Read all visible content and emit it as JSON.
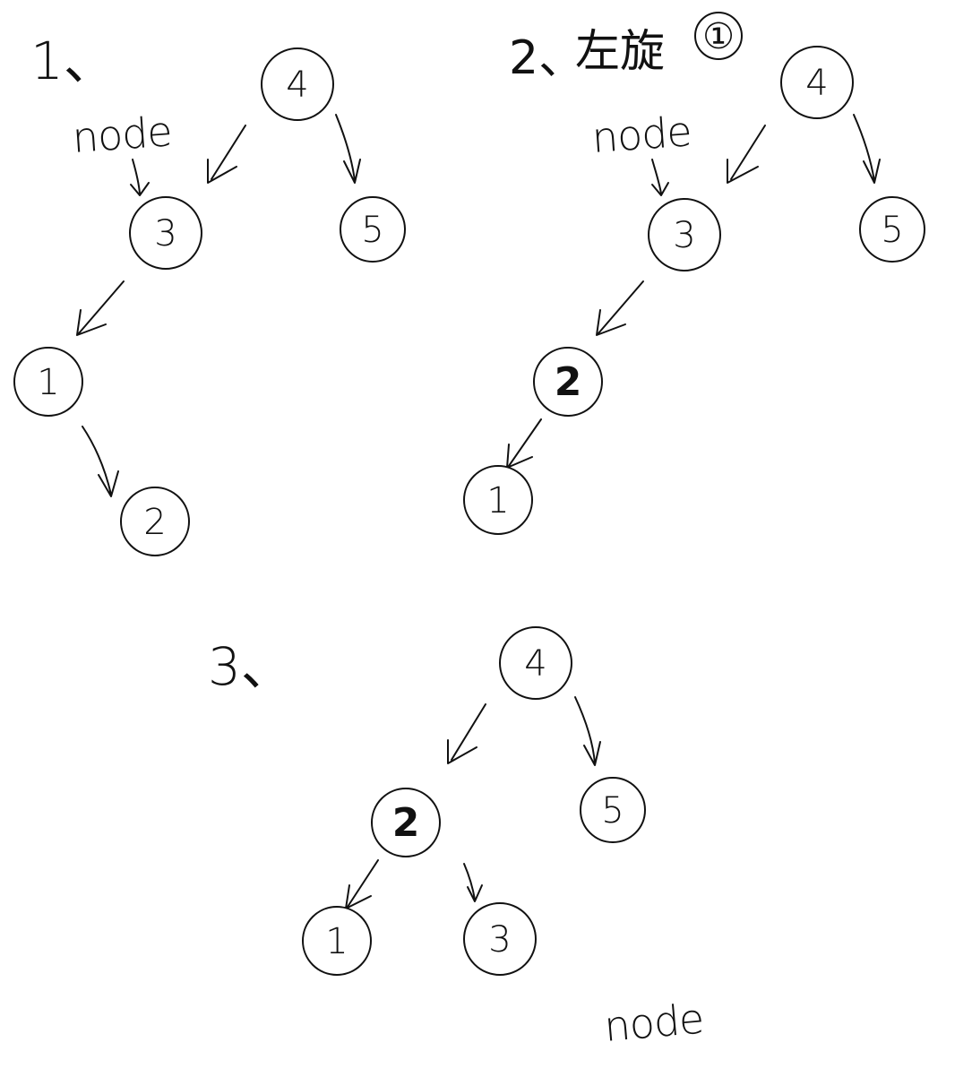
{
  "panels": [
    {
      "label": "1、",
      "heading": "",
      "pointer_label": "node",
      "nodes": [
        {
          "id": "p1-n4",
          "value": "4"
        },
        {
          "id": "p1-n3",
          "value": "3"
        },
        {
          "id": "p1-n5",
          "value": "5"
        },
        {
          "id": "p1-n1",
          "value": "1"
        },
        {
          "id": "p1-n2",
          "value": "2"
        }
      ],
      "edges": [
        [
          "4",
          "3"
        ],
        [
          "4",
          "5"
        ],
        [
          "3",
          "1"
        ],
        [
          "1",
          "2"
        ]
      ]
    },
    {
      "label": "2、",
      "heading": "左旋",
      "step_marker": "①",
      "pointer_label": "node",
      "nodes": [
        {
          "id": "p2-n4",
          "value": "4"
        },
        {
          "id": "p2-n3",
          "value": "3"
        },
        {
          "id": "p2-n5",
          "value": "5"
        },
        {
          "id": "p2-n2",
          "value": "2"
        },
        {
          "id": "p2-n1",
          "value": "1"
        }
      ],
      "edges": [
        [
          "4",
          "3"
        ],
        [
          "4",
          "5"
        ],
        [
          "3",
          "2"
        ],
        [
          "2",
          "1"
        ]
      ]
    },
    {
      "label": "3、",
      "heading": "",
      "pointer_label": "node",
      "nodes": [
        {
          "id": "p3-n4",
          "value": "4"
        },
        {
          "id": "p3-n2",
          "value": "2"
        },
        {
          "id": "p3-n5",
          "value": "5"
        },
        {
          "id": "p3-n1",
          "value": "1"
        },
        {
          "id": "p3-n3",
          "value": "3"
        }
      ],
      "edges": [
        [
          "4",
          "2"
        ],
        [
          "4",
          "5"
        ],
        [
          "2",
          "1"
        ],
        [
          "2",
          "3"
        ]
      ]
    }
  ]
}
